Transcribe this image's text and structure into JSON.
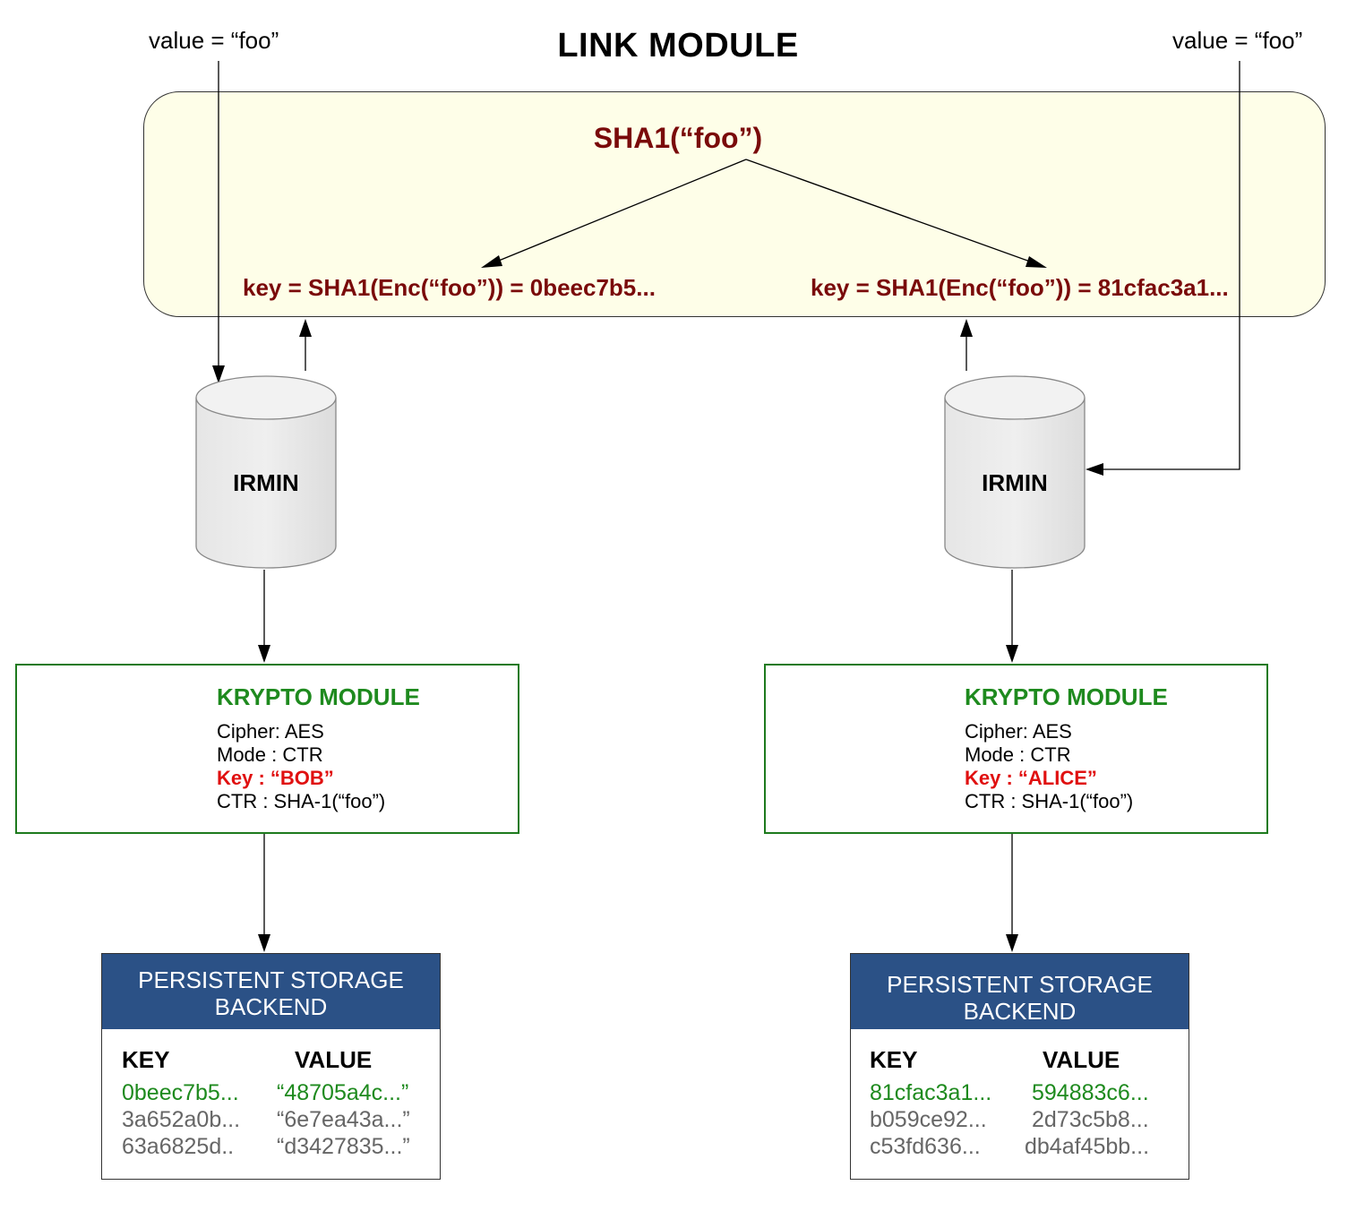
{
  "title": "LINK MODULE",
  "value_left": "value = “foo”",
  "value_right": "value = “foo”",
  "sha_main": "SHA1(“foo”)",
  "key_left": "key = SHA1(Enc(“foo”)) = 0beec7b5...",
  "key_right": "key  =  SHA1(Enc(“foo”))  =  81cfac3a1...",
  "irmin_left": "IRMIN",
  "irmin_right": "IRMIN",
  "krypto_left": {
    "title": "KRYPTO MODULE",
    "cipher": "Cipher: AES",
    "mode": "Mode : CTR",
    "key": "Key : “BOB”",
    "ctr": "CTR : SHA-1(“foo”)",
    "icon": "green-gem-icon"
  },
  "krypto_right": {
    "title": "KRYPTO MODULE",
    "cipher": "Cipher: AES",
    "mode": "Mode : CTR",
    "key": "Key : “ALICE”",
    "ctr": "CTR : SHA-1(“foo”)",
    "icon": "green-gem-icon"
  },
  "storage_left": {
    "title_line1": "PERSISTENT STORAGE",
    "title_line2": "BACKEND",
    "col_key": "KEY",
    "col_value": "VALUE",
    "rows": [
      {
        "key": "0beec7b5...",
        "value": "“48705a4c...”"
      },
      {
        "key": "3a652a0b...",
        "value": "“6e7ea43a...”"
      },
      {
        "key": "63a6825d..",
        "value": "“d3427835...”"
      }
    ]
  },
  "storage_right": {
    "title_line1": "PERSISTENT STORAGE",
    "title_line2": "BACKEND",
    "col_key": "KEY",
    "col_value": "VALUE",
    "rows": [
      {
        "key": "81cfac3a1...",
        "value": "594883c6..."
      },
      {
        "key": "b059ce92...",
        "value": "2d73c5b8..."
      },
      {
        "key": "c53fd636...",
        "value": "db4af45bb..."
      }
    ]
  },
  "colors": {
    "link_box_fill": "#fefee8",
    "dark_red": "#7a0a0a",
    "krypto_green": "#1e8a1e",
    "key_red": "#e01010",
    "storage_blue": "#2b5186",
    "row_gray": "#666666"
  }
}
